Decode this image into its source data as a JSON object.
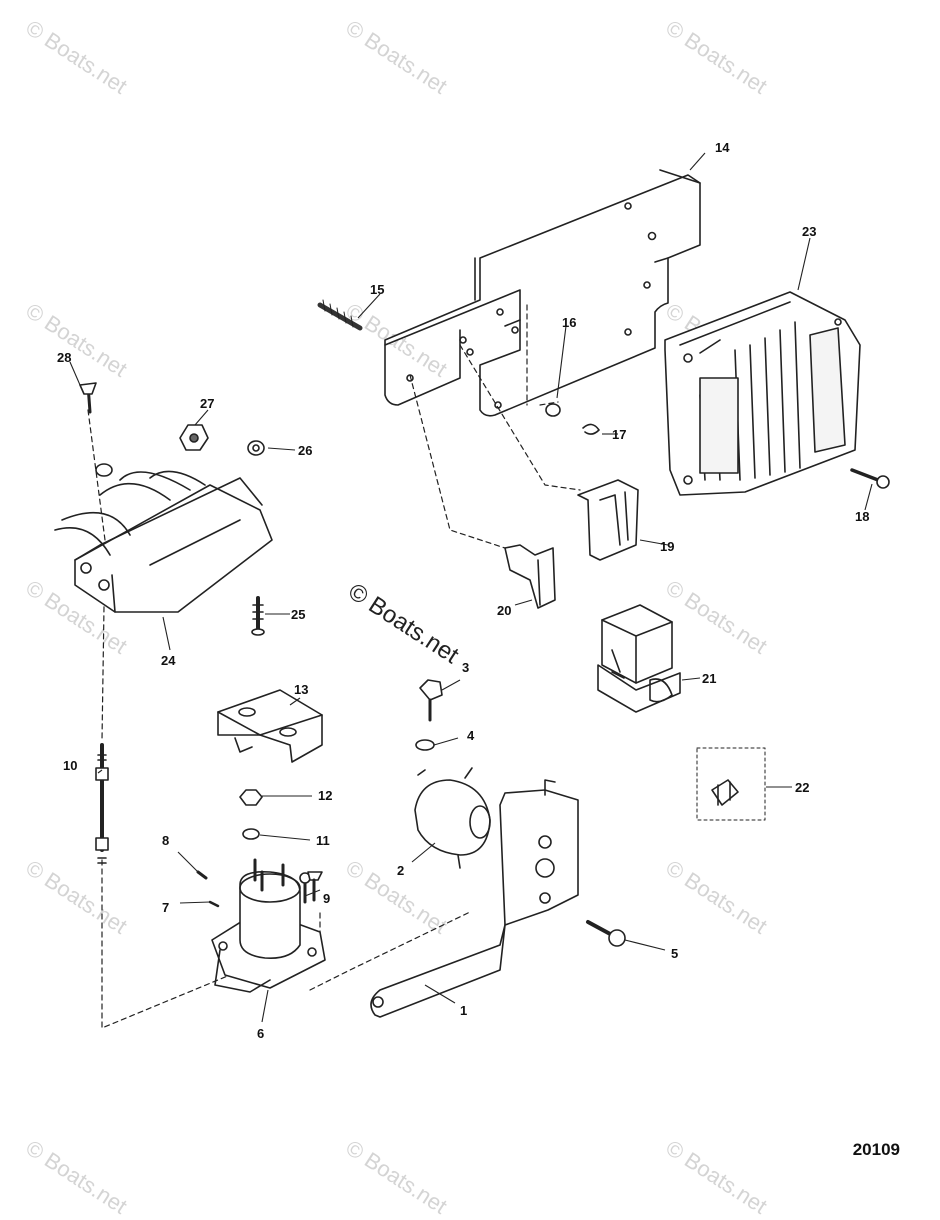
{
  "watermark": {
    "text": "© Boats.net",
    "center_text": "© Boats.net"
  },
  "drawing_number": "20109",
  "callouts": [
    "1",
    "2",
    "3",
    "4",
    "5",
    "6",
    "7",
    "8",
    "9",
    "10",
    "11",
    "12",
    "13",
    "14",
    "15",
    "16",
    "17",
    "18",
    "19",
    "20",
    "21",
    "22",
    "23",
    "24",
    "25",
    "26",
    "27",
    "28"
  ]
}
